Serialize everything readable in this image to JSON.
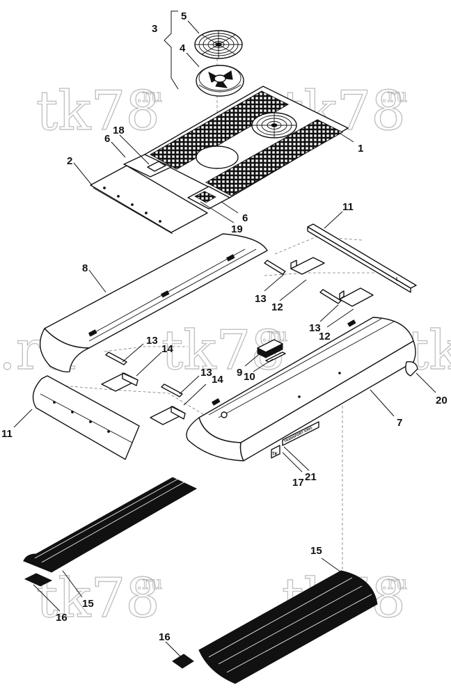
{
  "watermark": {
    "text": "tk78",
    "suffix": ".ru"
  },
  "callouts": {
    "n1": "1",
    "n2": "2",
    "n3": "3",
    "n4": "4",
    "n5": "5",
    "n6a": "6",
    "n6b": "6",
    "n7": "7",
    "n8": "8",
    "n9": "9",
    "n10": "10",
    "n11a": "11",
    "n11b": "11",
    "n12a": "12",
    "n12b": "12",
    "n13a": "13",
    "n13b": "13",
    "n13c": "13",
    "n13d": "13",
    "n14a": "14",
    "n14b": "14",
    "n15a": "15",
    "n15b": "15",
    "n16a": "16",
    "n16b": "16",
    "n17": "17",
    "n18": "18",
    "n19": "19",
    "n20": "20",
    "n21": "21"
  },
  "decal": {
    "text": "TRANSPORT KING"
  },
  "badge": {
    "text": "TK"
  }
}
